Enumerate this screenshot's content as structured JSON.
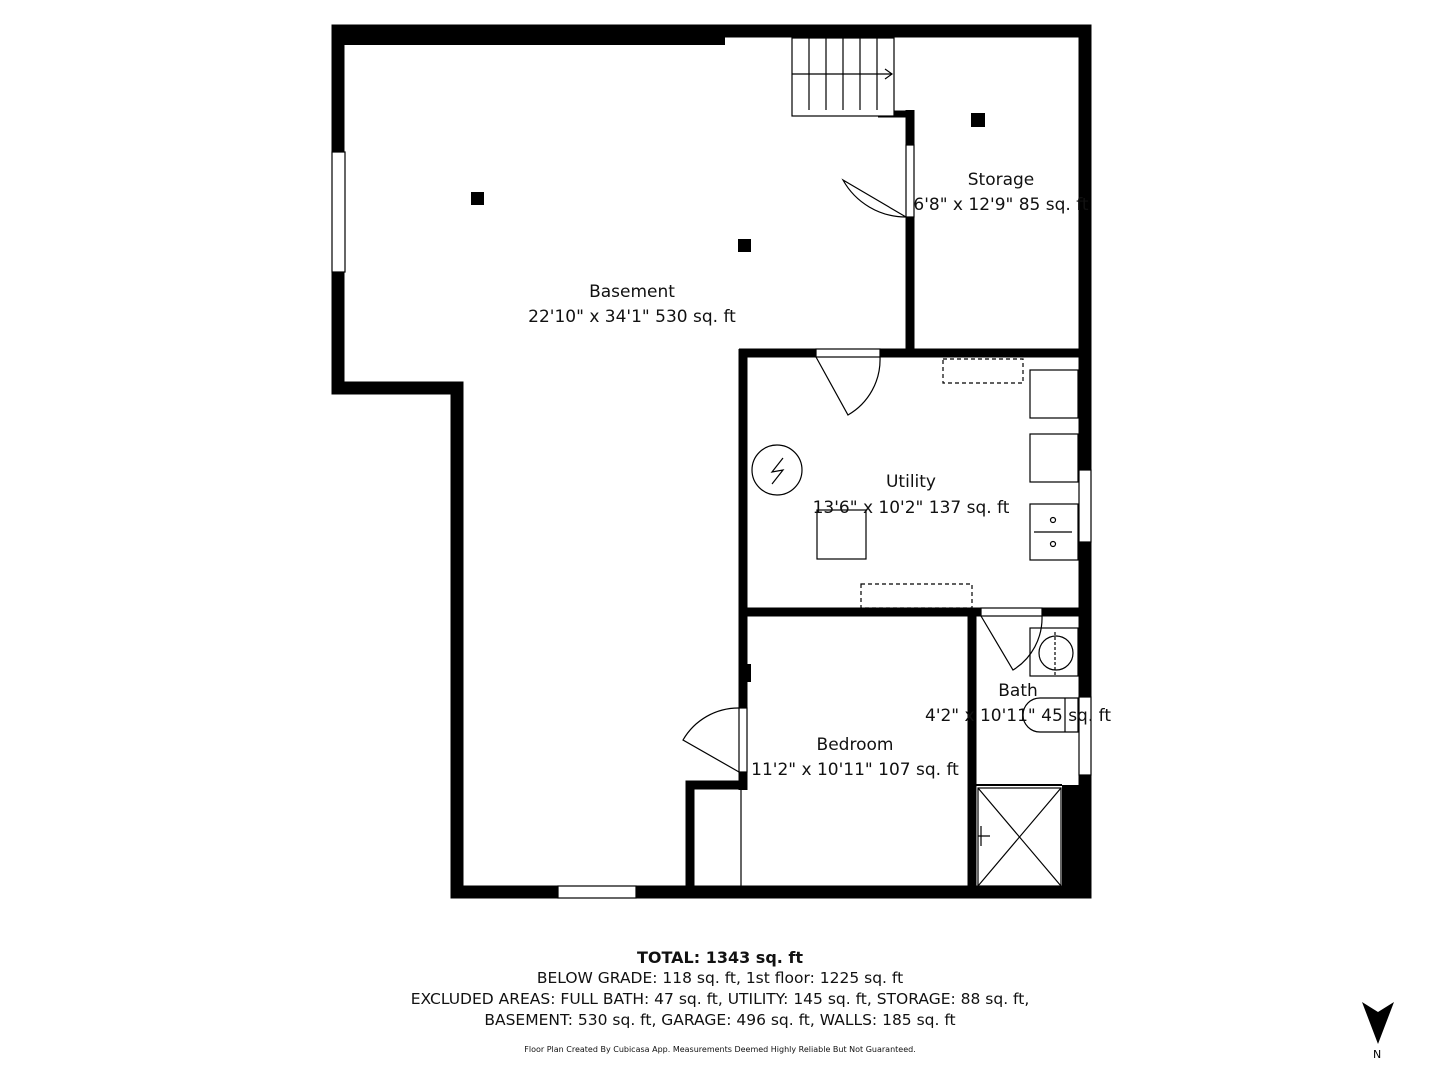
{
  "rooms": [
    {
      "name": "Basement",
      "dims": "22'10\" x 34'1\" 530 sq. ft"
    },
    {
      "name": "Storage",
      "dims": "6'8\" x 12'9\" 85 sq. ft"
    },
    {
      "name": "Utility",
      "dims": "13'6\" x 10'2\" 137 sq. ft"
    },
    {
      "name": "Bedroom",
      "dims": "11'2\" x 10'11\" 107 sq. ft"
    },
    {
      "name": "Bath",
      "dims": "4'2\" x 10'11\" 45 sq. ft"
    }
  ],
  "summary": {
    "total": "TOTAL: 1343 sq. ft",
    "grade": "BELOW GRADE: 118 sq. ft, 1st floor: 1225 sq. ft",
    "excluded1": "EXCLUDED AREAS: FULL BATH: 47 sq. ft, UTILITY: 145 sq. ft, STORAGE: 88 sq. ft,",
    "excluded2": "BASEMENT: 530 sq. ft, GARAGE: 496 sq. ft, WALLS: 185 sq. ft",
    "credit": "Floor Plan Created By Cubicasa App. Measurements Deemed Highly Reliable But Not Guaranteed."
  },
  "compass": {
    "label": "N",
    "icon": "north-arrow-icon"
  },
  "colors": {
    "wall": "#000000",
    "background": "#ffffff"
  }
}
